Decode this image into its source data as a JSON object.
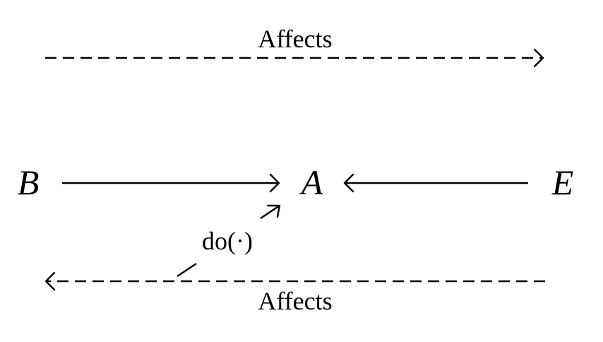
{
  "nodes": {
    "b": "B",
    "a": "A",
    "e": "E"
  },
  "edge_labels": {
    "top": "Affects",
    "bottom": "Affects",
    "intervention": "do(·)"
  },
  "colors": {
    "highlight_node": "#ff0000",
    "default": "#000000"
  }
}
